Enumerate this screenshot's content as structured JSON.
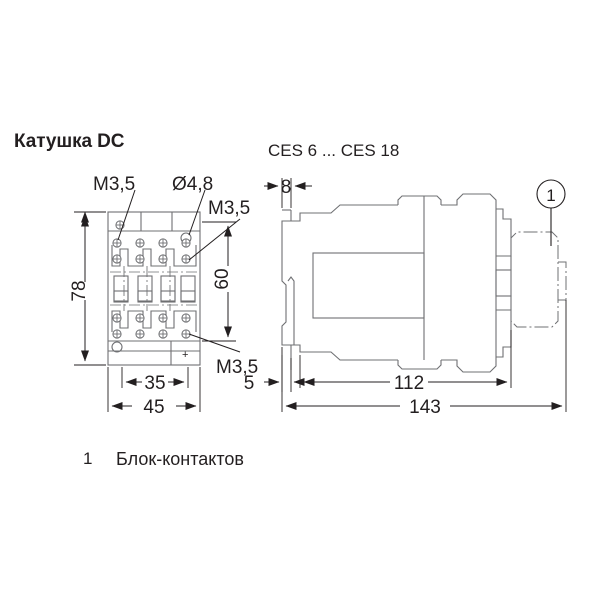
{
  "drawing": {
    "title_left": "Катушка DC",
    "title_right": "CES 6 ... CES 18",
    "legend": {
      "number": "1",
      "text": "Блок-контактов"
    },
    "balloon": {
      "label": "1"
    },
    "front_view": {
      "name": "front-view",
      "annotations": {
        "thread_top_left": "M3,5",
        "hole_diameter": "Ø4,8",
        "thread_top_right": "M3,5",
        "thread_bottom": "M3,5",
        "polarity_mark": "+"
      },
      "dimensions": {
        "height_overall": "78",
        "height_mounting": "60",
        "width_mounting": "35",
        "width_overall": "45"
      },
      "poles": 4
    },
    "side_view": {
      "name": "side-view",
      "dimensions": {
        "rail_offset": "8",
        "foot_offset": "5",
        "body_depth": "112",
        "depth_overall": "143"
      }
    },
    "colors": {
      "line": "#6f7073",
      "line_dark": "#231f20",
      "text": "#231f20",
      "background": "#ffffff"
    }
  }
}
